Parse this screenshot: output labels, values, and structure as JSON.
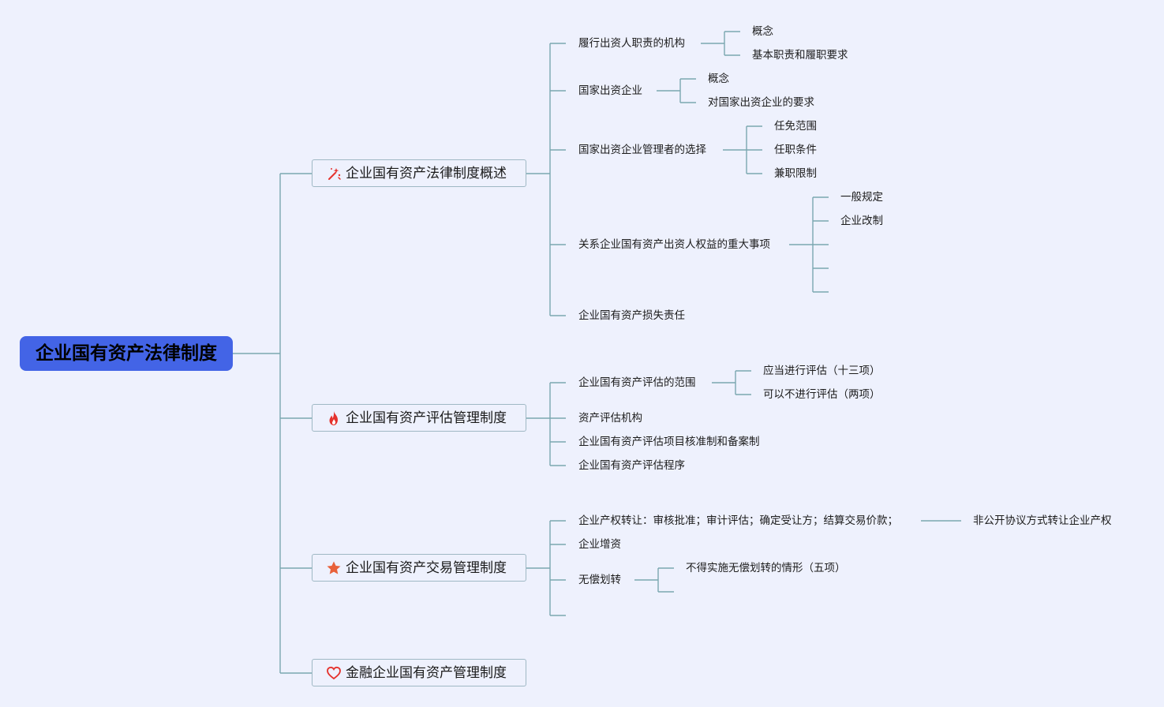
{
  "colors": {
    "background": "#eef1fd",
    "root_fill": "#4364e6",
    "line": "#7aa7b0",
    "branch_border": "#9fb8c4",
    "icon_red": "#e5322d",
    "icon_orange": "#e8613a"
  },
  "root": {
    "label": "企业国有资产法律制度"
  },
  "branches": [
    {
      "label": "企业国有资产法律制度概述",
      "icon": "magic-wand-icon",
      "children": [
        {
          "label": "履行出资人职责的机构",
          "children": [
            "概念",
            "基本职责和履职要求"
          ]
        },
        {
          "label": "国家出资企业",
          "children": [
            "概念",
            "对国家出资企业的要求"
          ]
        },
        {
          "label": "国家出资企业管理者的选择",
          "children": [
            "任免范围",
            "任职条件",
            "兼职限制"
          ]
        },
        {
          "label": "关系企业国有资产出资人权益的重大事项",
          "children": [
            "一般规定",
            "企业改制",
            "",
            "",
            ""
          ]
        },
        {
          "label": "企业国有资产损失责任",
          "children": []
        }
      ]
    },
    {
      "label": "企业国有资产评估管理制度",
      "icon": "fire-icon",
      "children": [
        {
          "label": "企业国有资产评估的范围",
          "children": [
            "应当进行评估（十三项）",
            "可以不进行评估（两项）"
          ]
        },
        {
          "label": "资产评估机构",
          "children": []
        },
        {
          "label": "企业国有资产评估项目核准制和备案制",
          "children": []
        },
        {
          "label": "企业国有资产评估程序",
          "children": []
        }
      ]
    },
    {
      "label": "企业国有资产交易管理制度",
      "icon": "star-icon",
      "children": [
        {
          "label": "企业产权转让：审核批准；审计评估；确定受让方；结算交易价款；",
          "children": [
            "非公开协议方式转让企业产权"
          ]
        },
        {
          "label": "企业增资",
          "children": []
        },
        {
          "label": "无偿划转",
          "children": [
            "不得实施无偿划转的情形（五项）",
            ""
          ]
        },
        {
          "label": "",
          "children": []
        }
      ]
    },
    {
      "label": "金融企业国有资产管理制度",
      "icon": "heart-icon",
      "children": []
    }
  ]
}
